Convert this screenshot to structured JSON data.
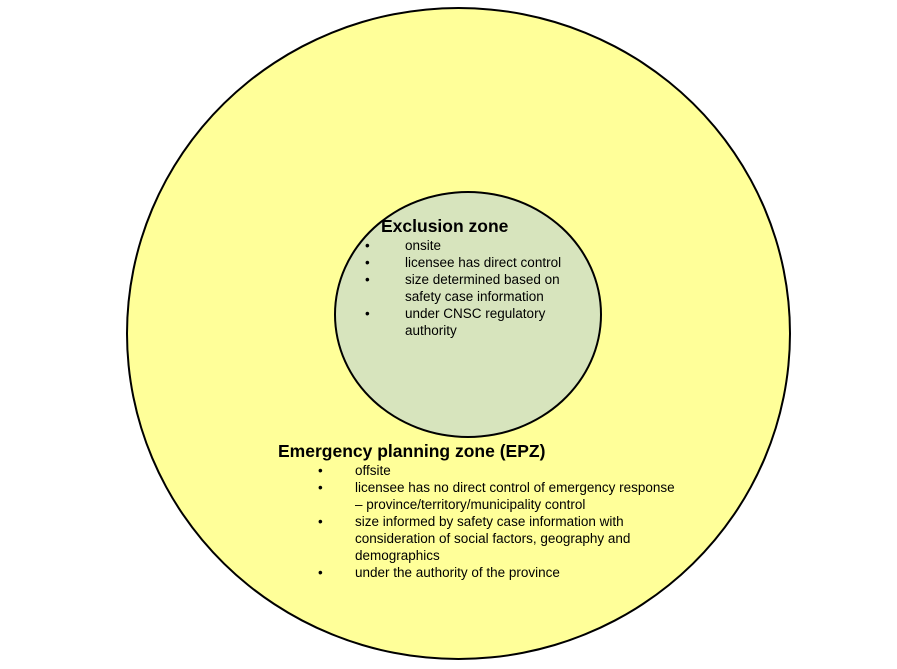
{
  "colors": {
    "outer_fill": "#FFFF99",
    "inner_fill": "#D7E4BD",
    "stroke": "#000000"
  },
  "exclusion_zone": {
    "title": "Exclusion zone",
    "items": [
      "onsite",
      "licensee has direct control",
      "size determined based on safety case information",
      "under CNSC regulatory authority"
    ]
  },
  "epz": {
    "title": "Emergency planning zone (EPZ)",
    "items": [
      "offsite",
      "licensee has no direct control of emergency response – province/territory/municipality control",
      "size informed by safety case information with consideration of social factors, geography and demographics",
      "under the authority of the province"
    ]
  },
  "bullet_char": "•"
}
